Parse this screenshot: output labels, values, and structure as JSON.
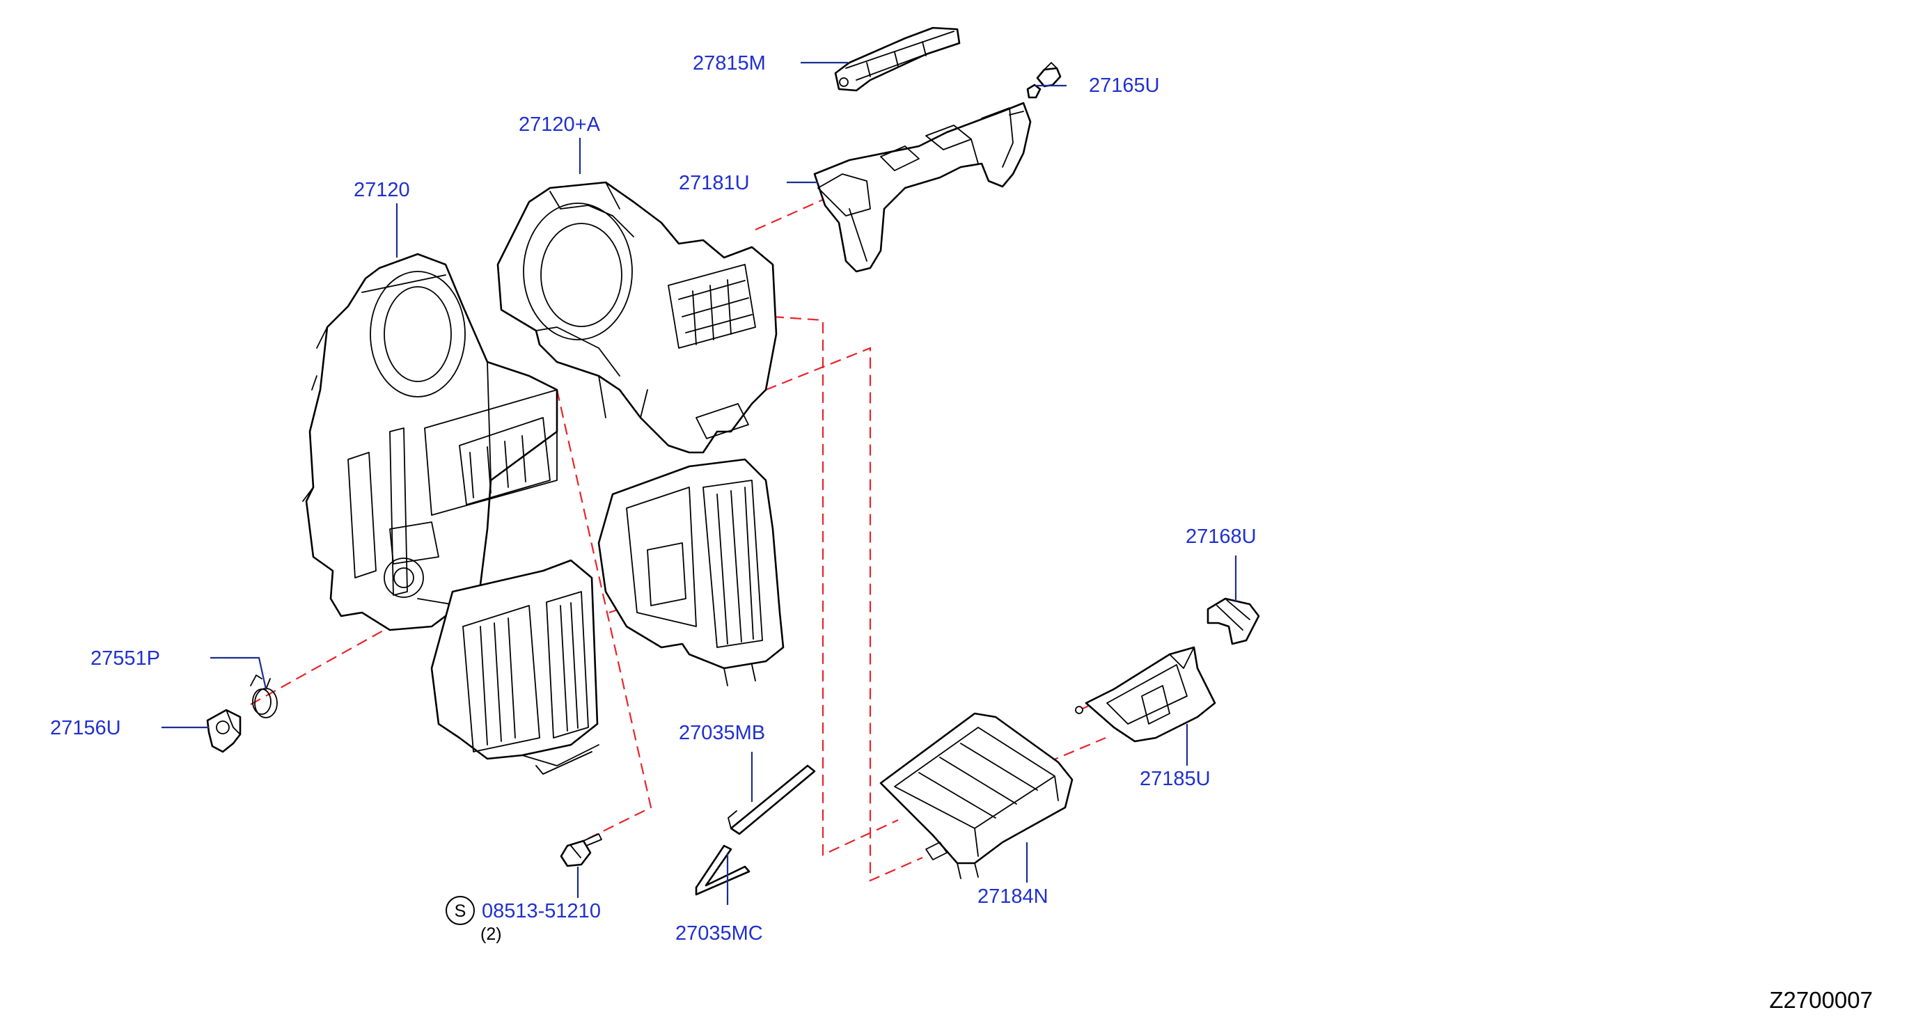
{
  "diagram_code": "Z2700007",
  "colors": {
    "label": "#1f2fd0",
    "leader": "#1a2f8f",
    "dashed_guide": "#e8242a",
    "line": "#000000"
  },
  "parts": [
    {
      "number": "27815M"
    },
    {
      "number": "27165U"
    },
    {
      "number": "27120+A"
    },
    {
      "number": "27181U"
    },
    {
      "number": "27120"
    },
    {
      "number": "27168U"
    },
    {
      "number": "27551P"
    },
    {
      "number": "27156U"
    },
    {
      "number": "27035MB"
    },
    {
      "number": "27185U"
    },
    {
      "number": "27184N"
    },
    {
      "number": "08513-51210"
    },
    {
      "number": "27035MC"
    }
  ],
  "screw": {
    "prefix_symbol": "S",
    "quantity": "(2)"
  }
}
